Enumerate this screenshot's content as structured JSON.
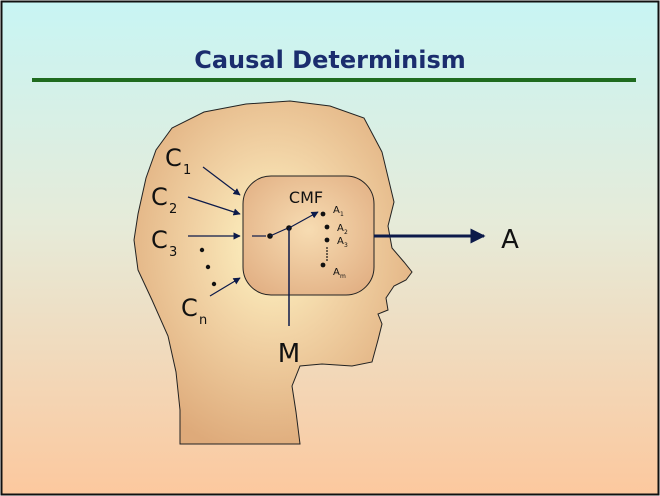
{
  "slide": {
    "title": "Causal Determinism",
    "colors": {
      "background_top": "#c8f5f4",
      "background_bottom": "#fcc89e",
      "title_text": "#1b2d6e",
      "title_rule": "#1f6b1f",
      "head_fill": "#e9b98c",
      "head_highlight": "#fff6c4",
      "brain_box_fill": "#e6b58a",
      "arrow": "#0c1a4a"
    }
  },
  "diagram": {
    "causes": [
      {
        "main": "C",
        "sub": "1"
      },
      {
        "main": "C",
        "sub": "2"
      },
      {
        "main": "C",
        "sub": "3"
      },
      {
        "main": "C",
        "sub": "n"
      }
    ],
    "mechanism_label": "CMF",
    "action_options": [
      {
        "main": "A",
        "sub": "1"
      },
      {
        "main": "A",
        "sub": "2"
      },
      {
        "main": "A",
        "sub": "3"
      },
      {
        "main": "A",
        "sub": "m"
      }
    ],
    "modifier_label": "M",
    "output_label": "A"
  }
}
